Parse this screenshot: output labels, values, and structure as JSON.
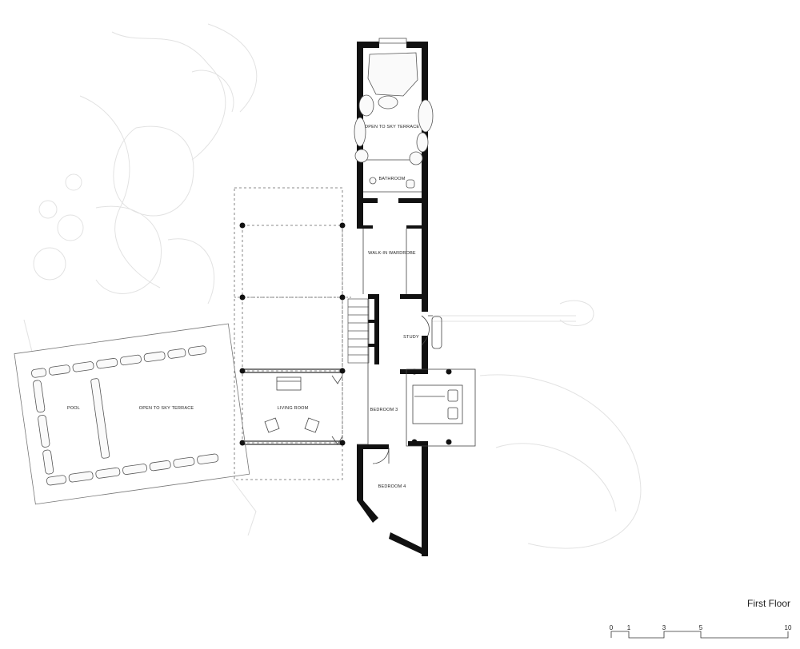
{
  "plan": {
    "title": "First Floor",
    "rooms": {
      "terrace_top": "OPEN TO SKY TERRACE",
      "bathroom": "BATHROOM",
      "wardrobe": "WALK-IN WARDROBE",
      "study": "STUDY",
      "bedroom3": "BEDROOM 3",
      "bedroom4": "BEDROOM 4",
      "living": "LIVING ROOM",
      "pool": "POOL",
      "terrace_pool": "OPEN TO SKY TERRACE"
    },
    "scale_bar": {
      "ticks": [
        "0",
        "1",
        "3",
        "5",
        "10"
      ]
    }
  },
  "colors": {
    "wall": "#111111",
    "line": "#555555",
    "faint": "#dadada"
  }
}
